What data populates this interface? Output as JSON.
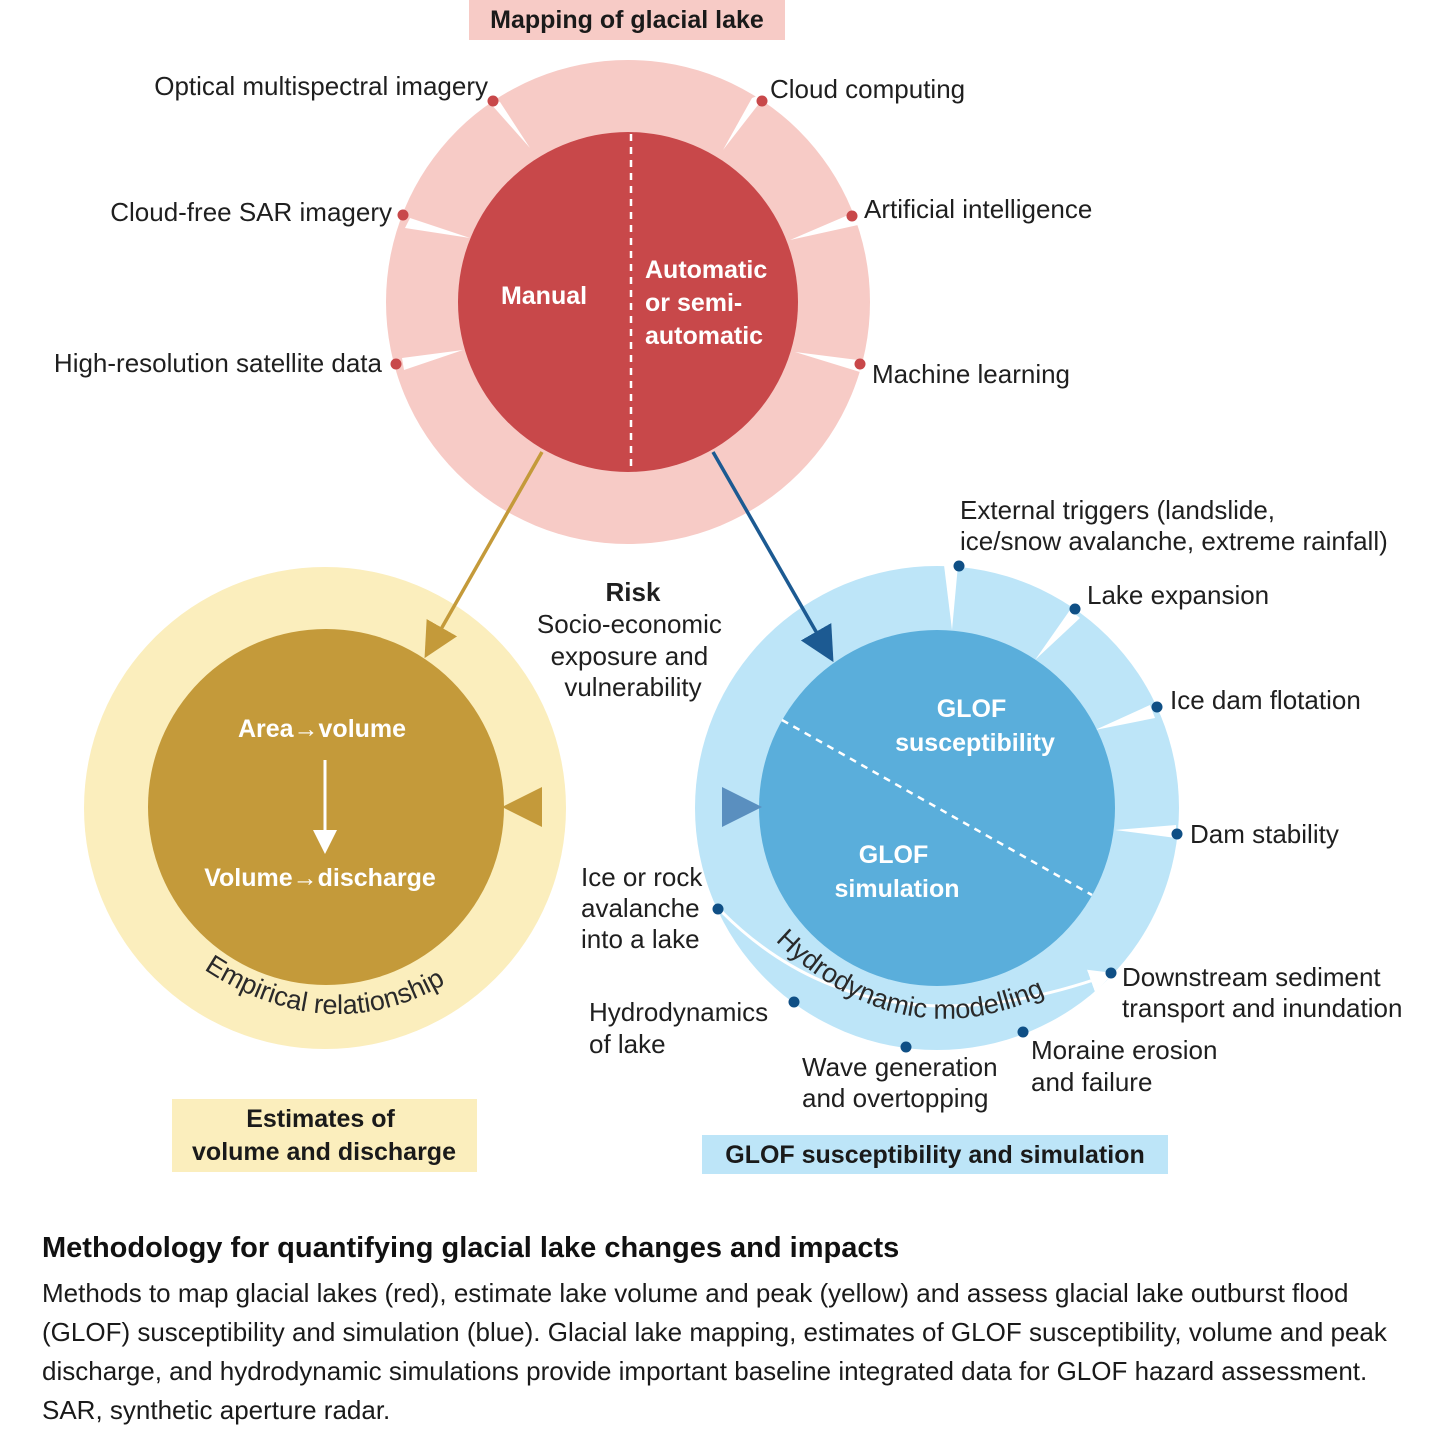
{
  "colors": {
    "red_outer": "#f7cbc6",
    "red_inner": "#c8484a",
    "yellow_outer": "#fbeebd",
    "yellow_inner": "#c49a3a",
    "blue_outer": "#bde5f8",
    "blue_inner": "#5aaedb",
    "red_dot": "#c8484a",
    "blue_dot": "#0f4f85",
    "arrow_gold": "#c49a3a",
    "arrow_blue": "#1c5a92"
  },
  "mapping": {
    "header": "Mapping of glacial lake",
    "left_label": "Manual",
    "right_label_lines": [
      "Automatic",
      "or semi-",
      "automatic"
    ],
    "items": [
      "Optical multispectral imagery",
      "Cloud-free SAR imagery",
      "High-resolution satellite data",
      "Cloud computing",
      "Artificial intelligence",
      "Machine learning"
    ]
  },
  "volume": {
    "header_lines": [
      "Estimates of",
      "volume and discharge"
    ],
    "top_label": "Area→volume",
    "bottom_label": "Volume→discharge",
    "arc_label": "Empirical relationship"
  },
  "glof": {
    "header": "GLOF susceptibility and simulation",
    "upper_label_lines": [
      "GLOF",
      "susceptibility"
    ],
    "lower_label_lines": [
      "GLOF",
      "simulation"
    ],
    "arc_label": "Hydrodynamic modelling",
    "items": [
      [
        "External triggers (landslide,",
        "ice/snow avalanche, extreme rainfall)"
      ],
      [
        "Lake expansion"
      ],
      [
        "Ice dam flotation"
      ],
      [
        "Dam stability"
      ],
      [
        "Downstream sediment",
        "transport and inundation"
      ],
      [
        "Moraine erosion",
        "and failure"
      ],
      [
        "Wave generation",
        "and overtopping"
      ],
      [
        "Hydrodynamics",
        "of lake"
      ],
      [
        "Ice or rock",
        "avalanche",
        "into a lake"
      ]
    ]
  },
  "risk": {
    "title": "Risk",
    "lines": [
      "Socio-economic",
      "exposure and",
      "vulnerability"
    ]
  },
  "caption": {
    "title": "Methodology for quantifying glacial lake changes and impacts",
    "body": "Methods to map glacial lakes (red), estimate lake volume and peak (yellow) and assess glacial lake outburst flood (GLOF) susceptibility and simulation (blue). Glacial lake mapping, estimates of GLOF susceptibility, volume and peak discharge, and hydrodynamic simulations provide important baseline integrated data for GLOF hazard assessment. SAR, synthetic aperture radar."
  }
}
